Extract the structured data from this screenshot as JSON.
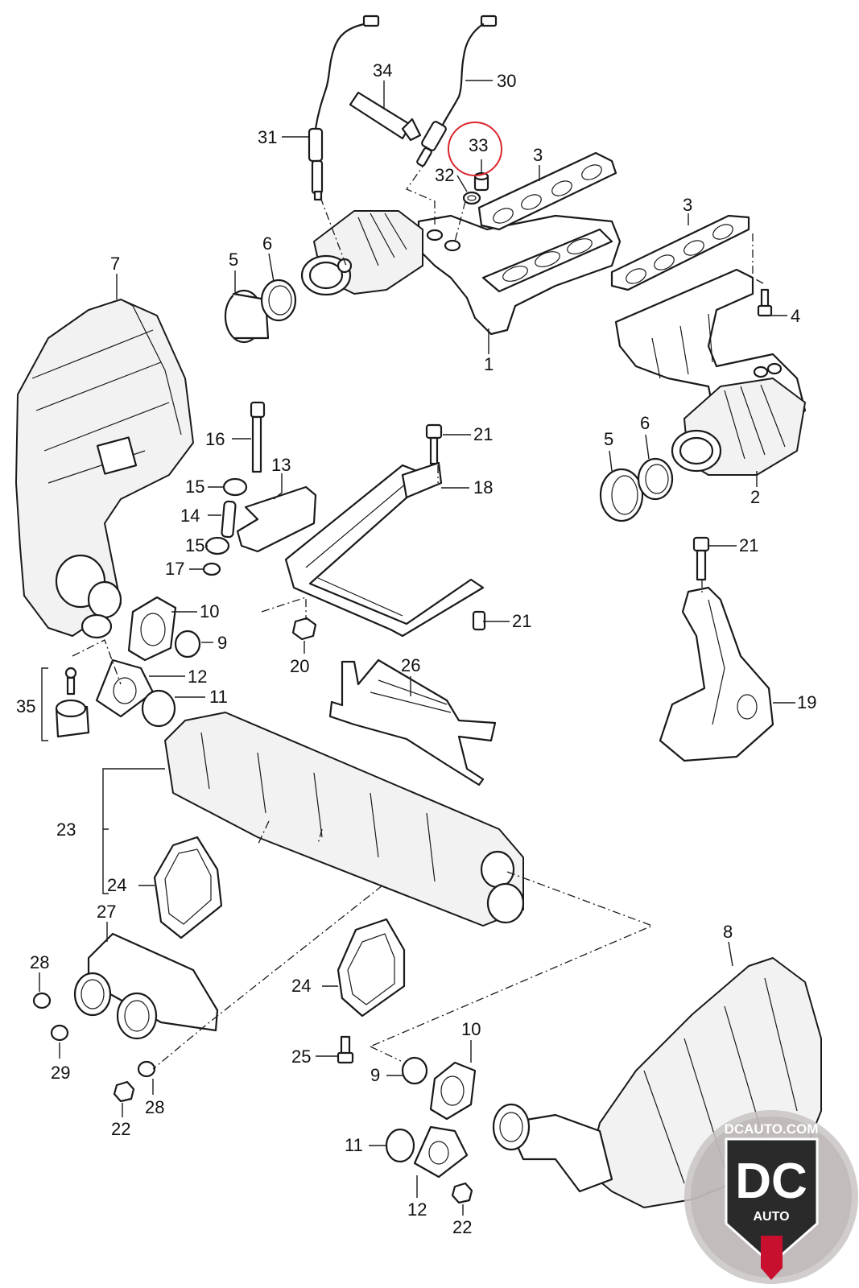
{
  "callouts": {
    "c1": "1",
    "c2": "2",
    "c3a": "3",
    "c3b": "3",
    "c4": "4",
    "c5a": "5",
    "c5b": "5",
    "c6a": "6",
    "c6b": "6",
    "c7": "7",
    "c8": "8",
    "c9a": "9",
    "c9b": "9",
    "c10a": "10",
    "c10b": "10",
    "c11a": "11",
    "c11b": "11",
    "c12a": "12",
    "c12b": "12",
    "c13": "13",
    "c14": "14",
    "c15a": "15",
    "c15b": "15",
    "c16": "16",
    "c17": "17",
    "c18": "18",
    "c19": "19",
    "c20": "20",
    "c21a": "21",
    "c21b": "21",
    "c21c": "21",
    "c22a": "22",
    "c22b": "22",
    "c23": "23",
    "c24a": "24",
    "c24b": "24",
    "c25": "25",
    "c26": "26",
    "c27": "27",
    "c28a": "28",
    "c28b": "28",
    "c29": "29",
    "c30": "30",
    "c31": "31",
    "c32": "32",
    "c33": "33",
    "c34": "34",
    "c35": "35"
  },
  "highlight": {
    "part": "33",
    "color": "#d9262c"
  },
  "watermark": {
    "site": "DCAUTO.COM",
    "mark": "DC",
    "word": "AUTO"
  },
  "colors": {
    "line": "#1a1a1a",
    "logo_dark": "#2a2a2a",
    "logo_red": "#c8102e"
  }
}
